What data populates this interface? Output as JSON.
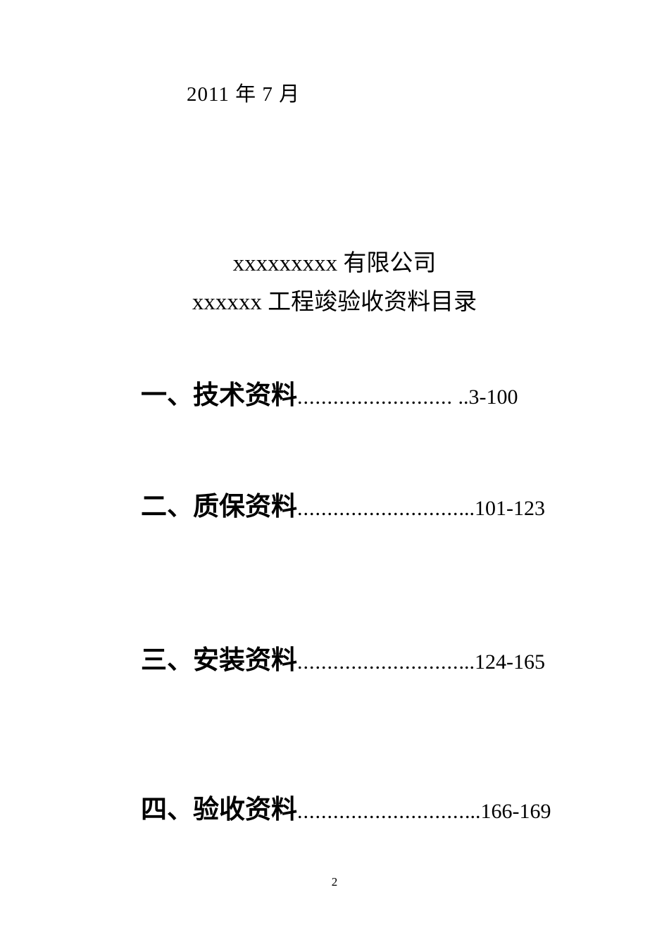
{
  "document": {
    "date_line": "2011 年 7 月",
    "company_title": "xxxxxxxxx 有限公司",
    "doc_subtitle": "xxxxxx 工程竣验收资料目录",
    "toc": [
      {
        "label": "一、技术资料",
        "leader": "..........................",
        "pages": " ..3-100"
      },
      {
        "label": "二、质保资料",
        "leader": "...........................",
        "pages": "...101-123"
      },
      {
        "label": "三、安装资料",
        "leader": "...........................",
        "pages": "...124-165"
      },
      {
        "label": "四、验收资料",
        "leader": "............................",
        "pages": "...166-169"
      }
    ],
    "page_number": "2"
  }
}
